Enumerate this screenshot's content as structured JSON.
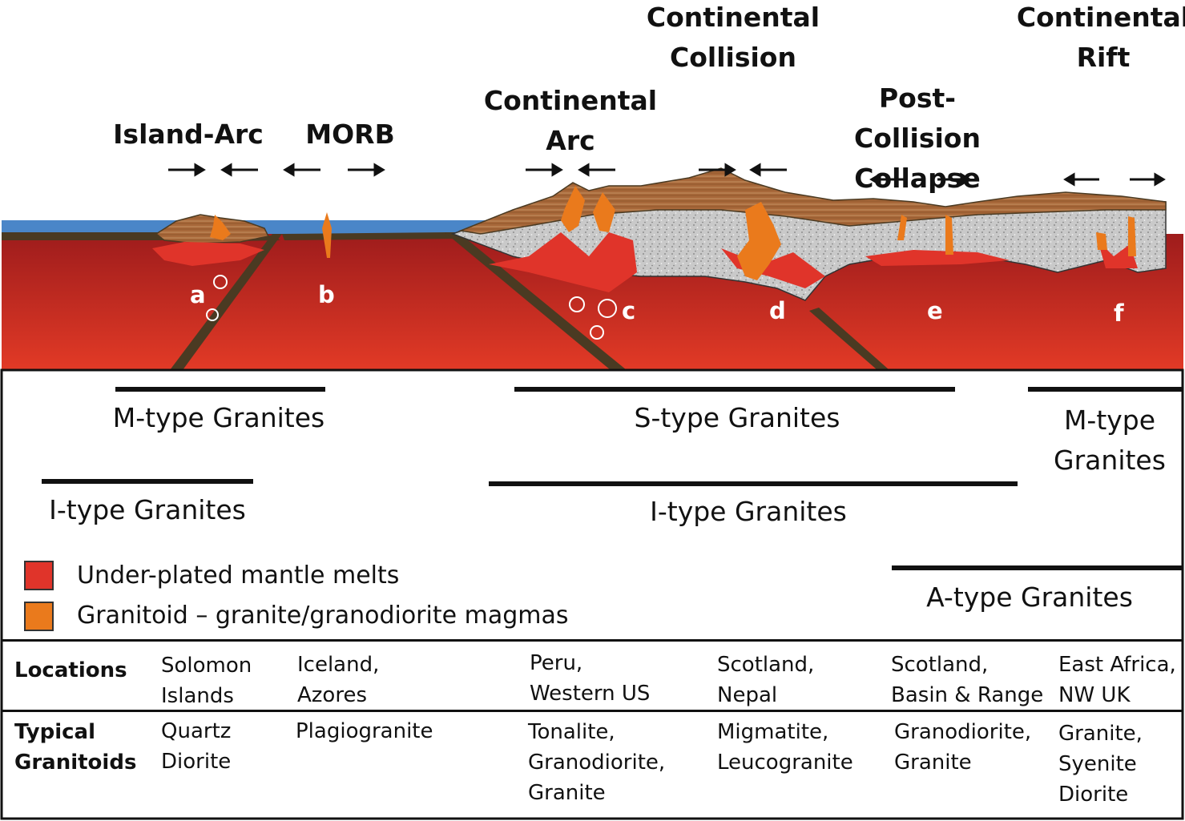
{
  "settings": [
    {
      "key": "island_arc",
      "label": "Island-Arc"
    },
    {
      "key": "morb",
      "label": "MORB"
    },
    {
      "key": "continental_arc",
      "label": "Continental\nArc"
    },
    {
      "key": "continental_collision",
      "label": "Continental\nCollision"
    },
    {
      "key": "post_collision",
      "label": "Post-Collision\nCollapse"
    },
    {
      "key": "continental_rift",
      "label": "Continental\nRift"
    }
  ],
  "letters": [
    "a",
    "b",
    "c",
    "d",
    "e",
    "f"
  ],
  "granite_ranges": [
    {
      "label": "M-type Granites"
    },
    {
      "label": "S-type Granites"
    },
    {
      "label": "M-type\nGranites"
    },
    {
      "label": "I-type Granites"
    },
    {
      "label": "I-type Granites"
    },
    {
      "label": "A-type Granites"
    }
  ],
  "legend": [
    {
      "label": "Under-plated mantle melts",
      "color": "#e0342a"
    },
    {
      "label": "Granitoid – granite/granodiorite magmas",
      "color": "#ea7a1c"
    }
  ],
  "table": {
    "row_locations": "Locations",
    "row_granitoids": "Typical\nGranitoids",
    "locations": [
      "Solomon\nIslands",
      "Iceland,\nAzores",
      "Peru,\nWestern US",
      "Scotland,\nNepal",
      "Scotland,\nBasin & Range",
      "East Africa,\nNW UK"
    ],
    "granitoids": [
      "Quartz\nDiorite",
      "Plagiogranite",
      "Tonalite,\nGranodiorite,\nGranite",
      "Migmatite,\nLeucogranite",
      "Granodiorite,\nGranite",
      "Granite,\nSyenite\nDiorite"
    ]
  },
  "colors": {
    "sea": "#4a86c8",
    "mantle_top": "#9e1c1c",
    "mantle_bottom": "#e23a26",
    "crust": "#c8c8c8",
    "sediment": "#a8683a",
    "slab": "#4a3a22",
    "melt": "#e0342a",
    "magma": "#ea7a1c"
  }
}
